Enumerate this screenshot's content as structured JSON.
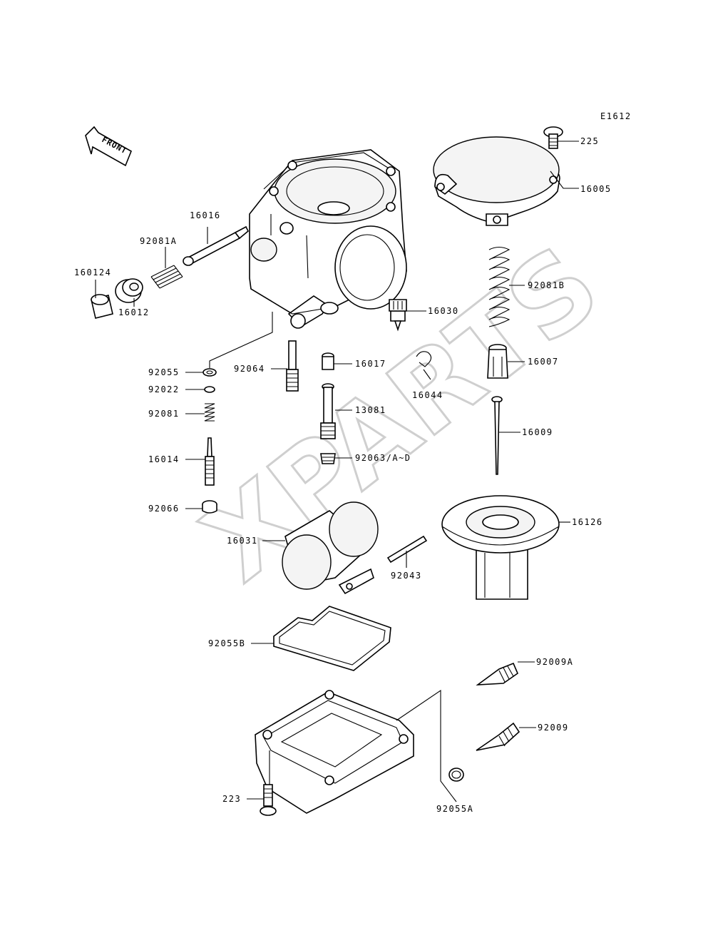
{
  "diagram_code": "E1612",
  "watermark": "XPARTS",
  "front_label": "FRONT",
  "callouts": {
    "p225": "225",
    "p16005": "16005",
    "p16016": "16016",
    "p92081A": "92081A",
    "p160124": "160124",
    "p16012": "16012",
    "p92081B": "92081B",
    "p16030": "16030",
    "p16017": "16017",
    "p16007": "16007",
    "p16044": "16044",
    "p92055": "92055",
    "p92064": "92064",
    "p92022": "92022",
    "p92081": "92081",
    "p13081": "13081",
    "p16009": "16009",
    "p16014": "16014",
    "p92063": "92063/A~D",
    "p92066": "92066",
    "p16126": "16126",
    "p16031": "16031",
    "p92043": "92043",
    "p92055B": "92055B",
    "p92009A": "92009A",
    "p92009": "92009",
    "p223": "223",
    "p92055A": "92055A"
  }
}
